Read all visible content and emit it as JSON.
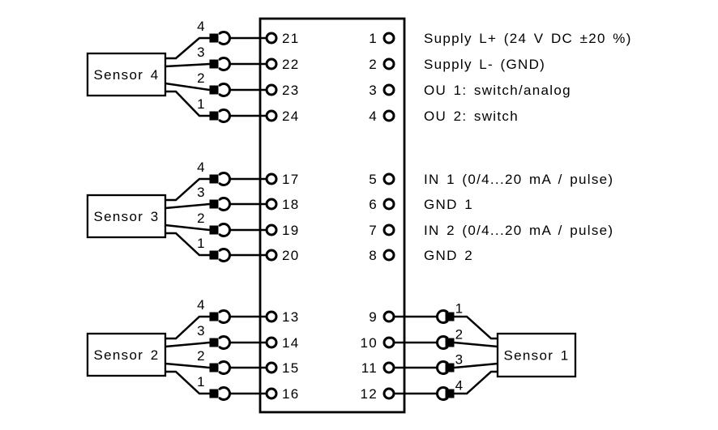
{
  "diagram": {
    "colors": {
      "line": "#000000",
      "background": "#ffffff"
    },
    "terminal_block": {
      "left_pins": [
        "21",
        "22",
        "23",
        "24",
        "17",
        "18",
        "19",
        "20",
        "13",
        "14",
        "15",
        "16"
      ],
      "right_pins": [
        "1",
        "2",
        "3",
        "4",
        "5",
        "6",
        "7",
        "8",
        "9",
        "10",
        "11",
        "12"
      ]
    },
    "pin_descriptions": [
      {
        "pin": "1",
        "label": "Supply L+ (24 V DC ±20 %)"
      },
      {
        "pin": "2",
        "label": "Supply L- (GND)"
      },
      {
        "pin": "3",
        "label": "OU 1: switch/analog"
      },
      {
        "pin": "4",
        "label": "OU 2: switch"
      },
      {
        "pin": "5",
        "label": "IN 1 (0/4...20 mA / pulse)"
      },
      {
        "pin": "6",
        "label": "GND 1"
      },
      {
        "pin": "7",
        "label": "IN 2 (0/4...20 mA / pulse)"
      },
      {
        "pin": "8",
        "label": "GND 2"
      }
    ],
    "sensors": [
      {
        "name": "Sensor 4",
        "side": "left",
        "wires": [
          {
            "wire": "4",
            "pin": "21"
          },
          {
            "wire": "3",
            "pin": "22"
          },
          {
            "wire": "2",
            "pin": "23"
          },
          {
            "wire": "1",
            "pin": "24"
          }
        ]
      },
      {
        "name": "Sensor 3",
        "side": "left",
        "wires": [
          {
            "wire": "4",
            "pin": "17"
          },
          {
            "wire": "3",
            "pin": "18"
          },
          {
            "wire": "2",
            "pin": "19"
          },
          {
            "wire": "1",
            "pin": "20"
          }
        ]
      },
      {
        "name": "Sensor 2",
        "side": "left",
        "wires": [
          {
            "wire": "4",
            "pin": "13"
          },
          {
            "wire": "3",
            "pin": "14"
          },
          {
            "wire": "2",
            "pin": "15"
          },
          {
            "wire": "1",
            "pin": "16"
          }
        ]
      },
      {
        "name": "Sensor 1",
        "side": "right",
        "wires": [
          {
            "wire": "1",
            "pin": "9"
          },
          {
            "wire": "2",
            "pin": "10"
          },
          {
            "wire": "3",
            "pin": "11"
          },
          {
            "wire": "4",
            "pin": "12"
          }
        ]
      }
    ]
  }
}
